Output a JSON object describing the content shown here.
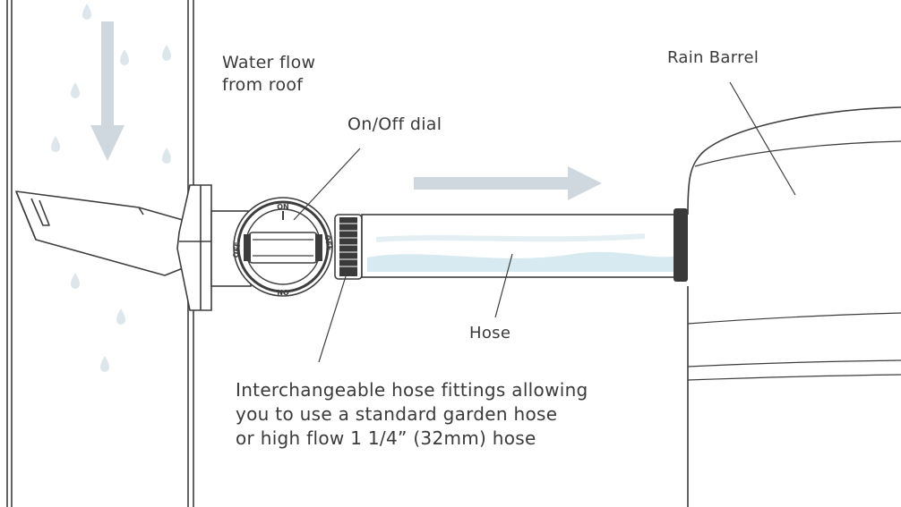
{
  "labels": {
    "water_flow": [
      "Water flow",
      "from roof"
    ],
    "dial": "On/Off dial",
    "rain_barrel": "Rain Barrel",
    "hose": "Hose",
    "fittings": [
      "Interchangeable hose fittings allowing",
      "you to use a standard garden hose",
      "or high flow 1  1/4” (32mm) hose"
    ]
  },
  "dial_markings": {
    "top": "ON",
    "left": "OFF",
    "right": "OFF",
    "bottom": "ON"
  },
  "colors": {
    "line": "#3d3d3d",
    "text": "#3a3a3a",
    "arrow": "#cfd8de",
    "raindrop": "#dde6eb",
    "hose_highlight": "#d8eaf1",
    "fitting": "#3a3a3a"
  }
}
